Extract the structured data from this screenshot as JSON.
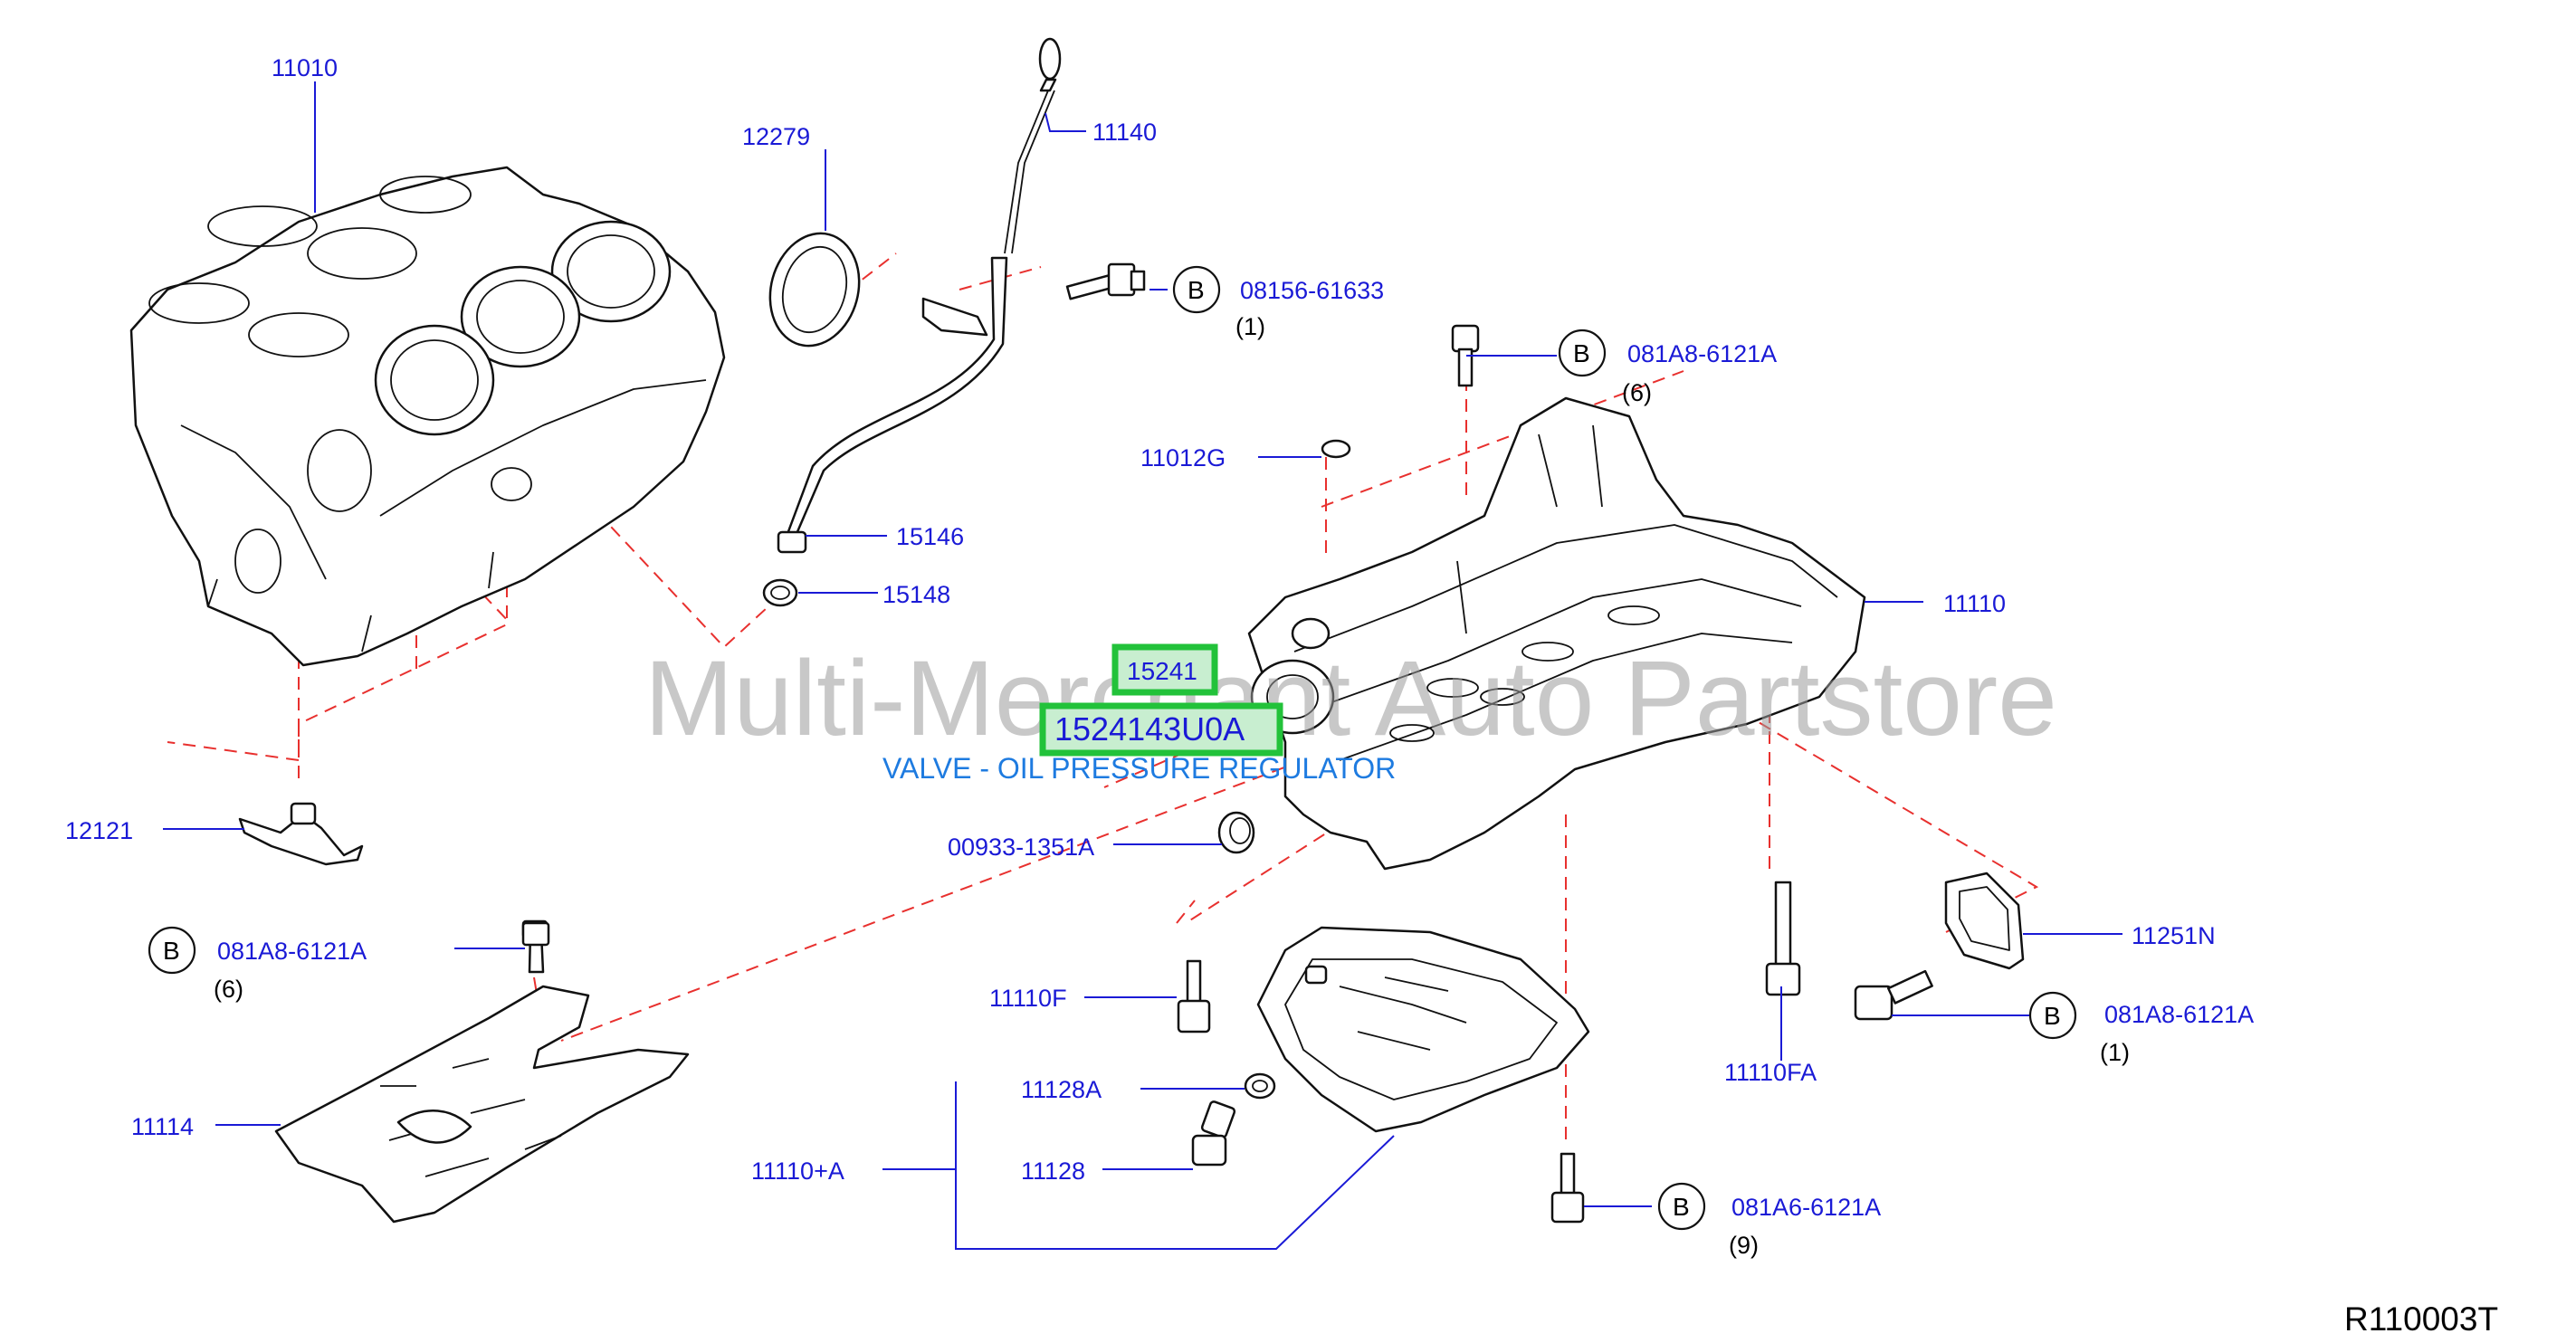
{
  "diagram": {
    "parts": {
      "p11010": "11010",
      "p12279": "12279",
      "p11140": "11140",
      "p08156": "08156-61633",
      "p08156_qty": "(1)",
      "p081A8_top": "081A8-6121A",
      "p081A8_top_qty": "(6)",
      "p11012G": "11012G",
      "p15146": "15146",
      "p15148": "15148",
      "p11110": "11110",
      "p12121": "12121",
      "p00933": "00933-1351A",
      "p081A8_left": "081A8-6121A",
      "p081A8_left_qty": "(6)",
      "p11114": "11114",
      "p11110F": "11110F",
      "p11128A": "11128A",
      "p11110A": "11110+A",
      "p11128": "11128",
      "p11110FA": "11110FA",
      "p11251N": "11251N",
      "p081A8_right": "081A8-6121A",
      "p081A8_right_qty": "(1)",
      "p081A6": "081A6-6121A",
      "p081A6_qty": "(9)"
    },
    "bolt_marker": "B",
    "highlight": {
      "part_number": "15241",
      "oem_number": "1524143U0A",
      "description": "VALVE - OIL PRESSURE REGULATOR"
    },
    "watermark": "Multi-Merchant Auto Partstore",
    "diagram_ref": "R110003T",
    "colors": {
      "callout": "#1a1ad6",
      "dashed_guide": "#e8302e",
      "highlight_border": "#22c23a",
      "description_text": "#1e7be0"
    }
  }
}
